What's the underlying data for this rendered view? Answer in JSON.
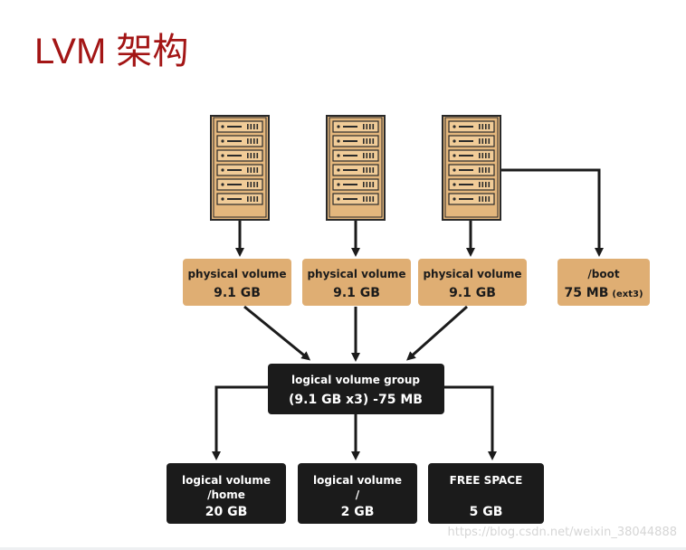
{
  "title": "LVM 架构",
  "colors": {
    "title": "#a31515",
    "pv_box": "#dfae73",
    "dark_box": "#1b1b1b",
    "server_body": "#e4b77d",
    "outline": "#2a2a2a"
  },
  "servers": [
    {
      "icon": "server-rack-icon"
    },
    {
      "icon": "server-rack-icon"
    },
    {
      "icon": "server-rack-icon"
    }
  ],
  "physical_volumes": [
    {
      "line1": "physical volume",
      "line2": "9.1 GB"
    },
    {
      "line1": "physical volume",
      "line2": "9.1 GB"
    },
    {
      "line1": "physical volume",
      "line2": "9.1 GB"
    }
  ],
  "boot": {
    "line1": "/boot",
    "size": "75 MB",
    "fs": "(ext3)"
  },
  "volume_group": {
    "line1": "logical volume group",
    "line2": "(9.1 GB x3) -75 MB"
  },
  "logical_volumes": [
    {
      "line1": "logical volume",
      "line2": "/home",
      "line3": "20 GB"
    },
    {
      "line1": "logical volume",
      "line2": "/",
      "line3": "2 GB"
    },
    {
      "line1": "FREE SPACE",
      "line2": "",
      "line3": "5 GB"
    }
  ],
  "watermark": "https://blog.csdn.net/weixin_38044888"
}
